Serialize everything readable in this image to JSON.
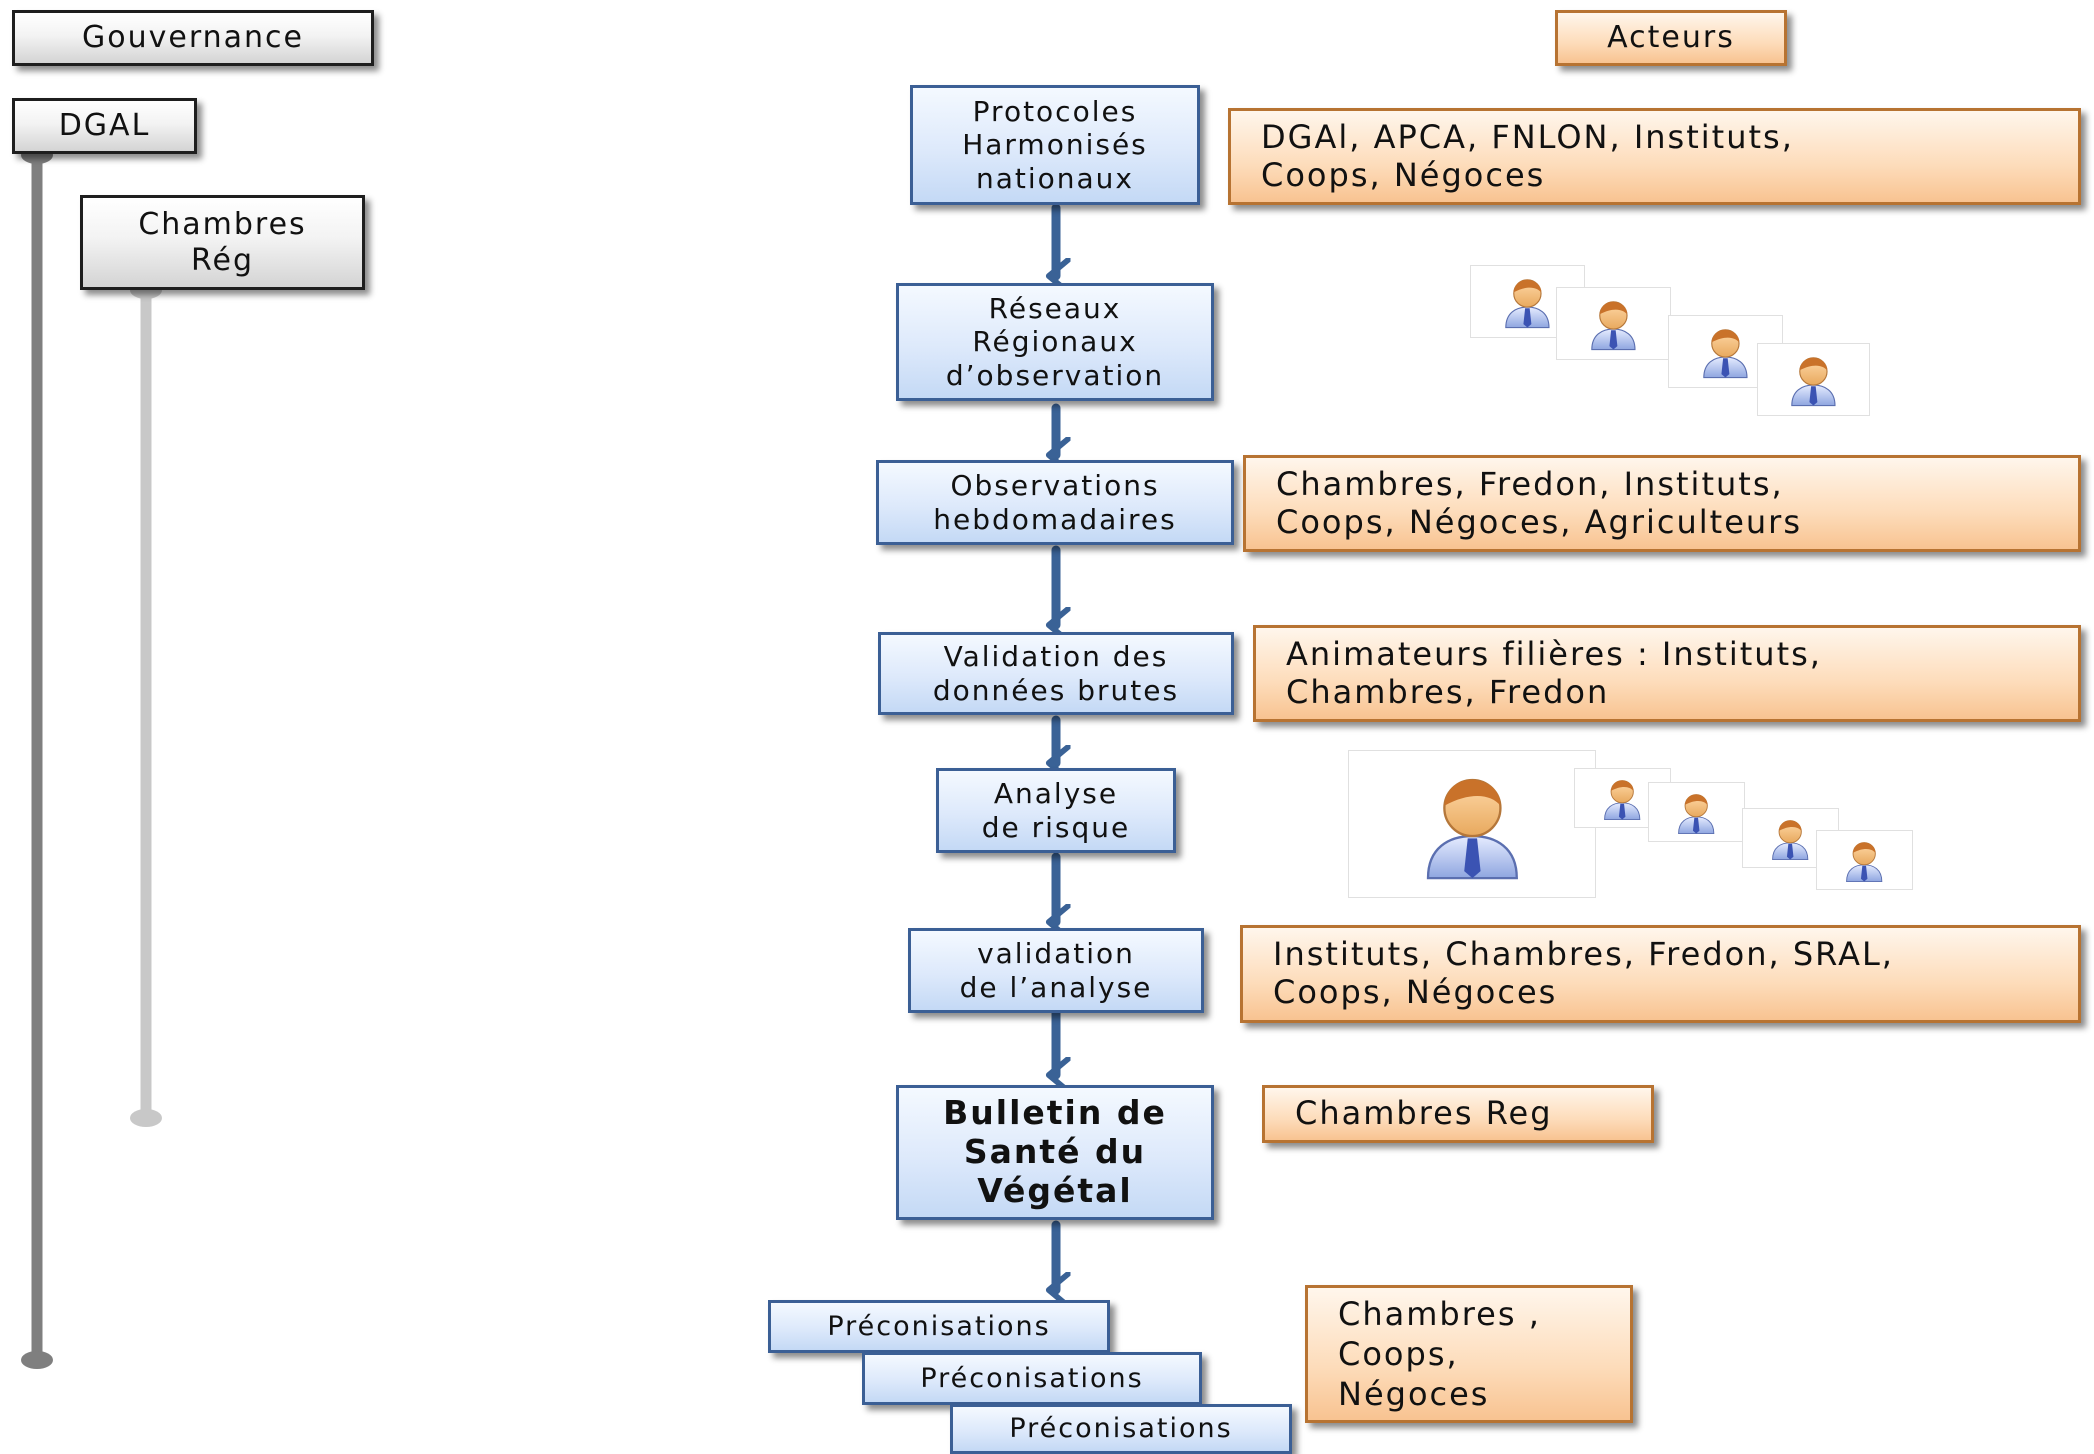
{
  "governance": {
    "header": "Gouvernance",
    "dgal": "DGAL",
    "chambres_reg": "Chambres\nRég"
  },
  "steps": [
    {
      "label": "Protocoles\nHarmonisés\nnationaux"
    },
    {
      "label": "Réseaux\nRégionaux\nd’observation"
    },
    {
      "label": "Observations\nhebdomadaires"
    },
    {
      "label": "Validation des\ndonnées brutes"
    },
    {
      "label": "Analyse\nde risque"
    },
    {
      "label": "validation\nde l’analyse"
    },
    {
      "label": "Bulletin de\nSanté du\nVégétal"
    }
  ],
  "preconisations": [
    "Préconisations",
    "Préconisations",
    "Préconisations"
  ],
  "actors": {
    "header": "Acteurs",
    "items": [
      "DGAl, APCA, FNLON, Instituts,\nCoops, Négoces",
      "Chambres, Fredon, Instituts,\nCoops, Négoces, Agriculteurs",
      "Animateurs filières   : Instituts,\nChambres, Fredon",
      "Instituts,  Chambres, Fredon, SRAL,\nCoops, Négoces",
      "Chambres Reg",
      "Chambres ,\nCoops,\nNégoces"
    ]
  },
  "icons": {
    "person": "person-icon",
    "arrow": "arrow-down-icon"
  },
  "colors": {
    "process_fill": "#dde9fb",
    "process_border": "#3b5f95",
    "actor_fill": "#fddcba",
    "actor_border": "#b77332",
    "governance_fill": "#ececec",
    "arrow": "#3a6296",
    "timeline_dgal": "#7f7f7f",
    "timeline_chambres": "#c8c8c8"
  }
}
